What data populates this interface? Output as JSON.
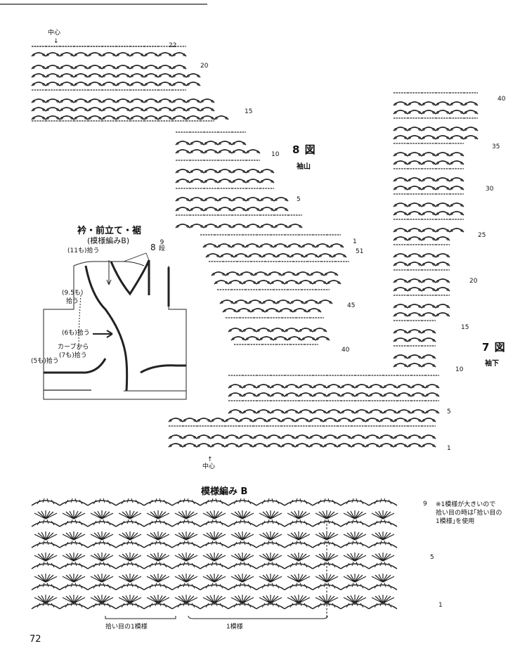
{
  "header_rule": true,
  "fig8": {
    "title": "8 図",
    "subtitle": "袖山",
    "center_label": "中心",
    "row_numbers": [
      "22",
      "20",
      "15",
      "10",
      "5",
      "1",
      "51",
      "45",
      "40"
    ]
  },
  "fig7": {
    "title": "7 図",
    "subtitle": "袖下",
    "center_label": "中心",
    "row_numbers": [
      "40",
      "35",
      "30",
      "25",
      "20",
      "15",
      "10",
      "5",
      "1"
    ]
  },
  "collar_diagram": {
    "title": "衿・前立て・裾",
    "subtitle": "(模様編みB)",
    "rows_note_num": "8",
    "rows_note_frac": "9",
    "rows_note_unit": "段",
    "labels": {
      "pickup_11": "(11も)拾う",
      "pickup_95a": "(9.5も)",
      "pickup_95b": "拾う",
      "pickup_6": "(6も)拾う",
      "curve_a": "カーブから",
      "curve_b": "(7も)拾う",
      "pickup_5": "(5も)拾う"
    }
  },
  "patternB": {
    "title": "模様編み B",
    "row_numbers": [
      "9",
      "5",
      "1"
    ],
    "note_lines": [
      "※1模様が大きいので",
      "拾い目の時は｢拾い目の",
      "1模様｣を使用"
    ],
    "bottom_left_label": "拾い目の1模様",
    "bottom_right_label": "1模様"
  },
  "page_number": "72"
}
